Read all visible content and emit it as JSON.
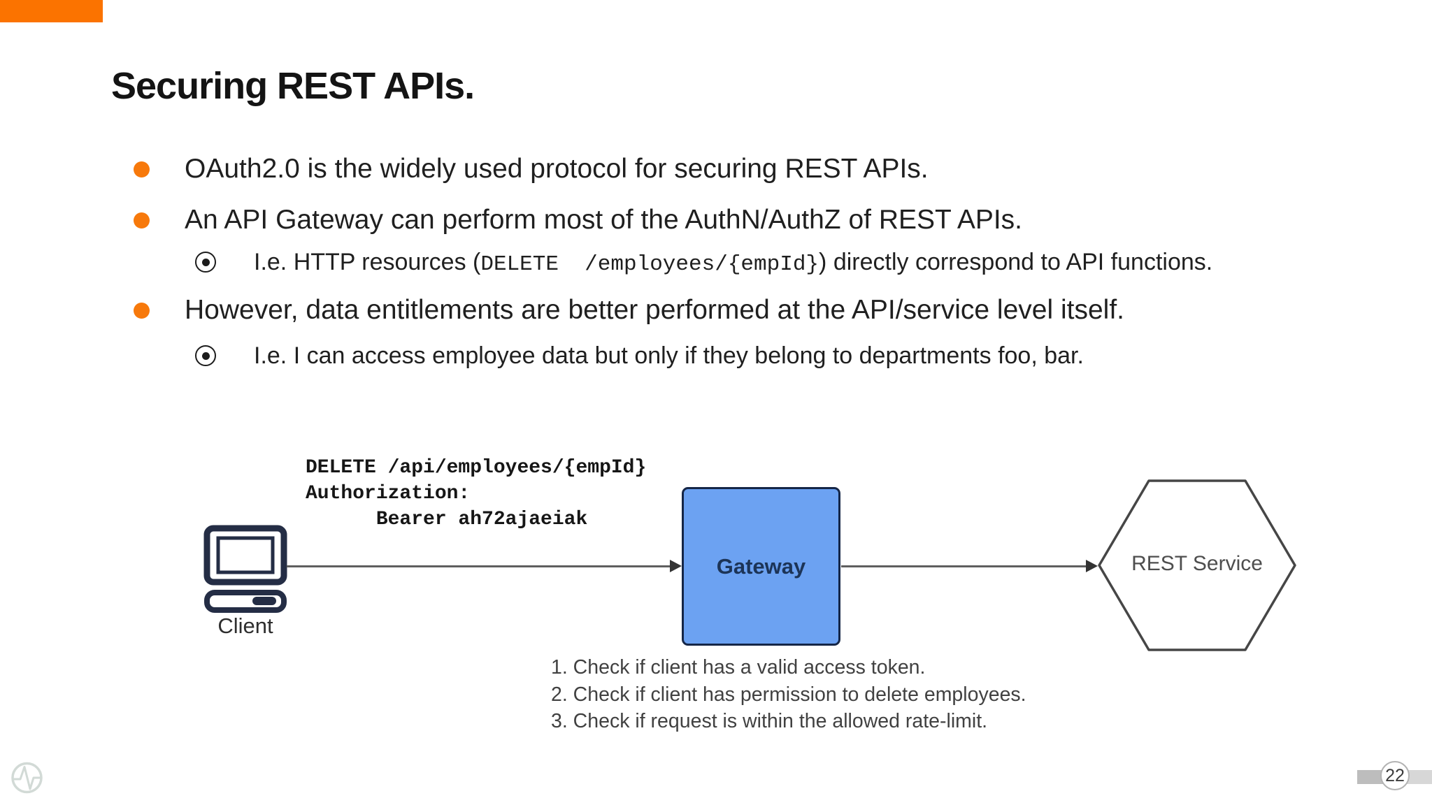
{
  "slide": {
    "title": "Securing REST APIs.",
    "colors": {
      "accent": "#FB7300",
      "bullet": "#F7790B",
      "gateway_fill": "#6CA2F2"
    }
  },
  "bullets": {
    "b1": "OAuth2.0 is the widely used protocol for securing REST APIs.",
    "b2": "An API Gateway can perform most of the AuthN/AuthZ of REST APIs.",
    "sub1_prefix": "I.e. HTTP resources (",
    "sub1_code": "DELETE  /employees/{empId}",
    "sub1_suffix": ") directly correspond to API functions.",
    "b3": "However, data entitlements are better performed at the API/service level itself.",
    "sub2": "I.e. I can access employee data but only if they belong to departments foo, bar."
  },
  "diagram": {
    "request_code": "DELETE /api/employees/{empId}\nAuthorization:\n      Bearer ah72ajaeiak",
    "client_label": "Client",
    "gateway_label": "Gateway",
    "service_label": "REST Service",
    "checks": [
      "1. Check if client has a valid access token.",
      "2. Check if client has permission to delete employees.",
      "3. Check if request is within the allowed rate-limit."
    ]
  },
  "footer": {
    "page_number": "22"
  }
}
